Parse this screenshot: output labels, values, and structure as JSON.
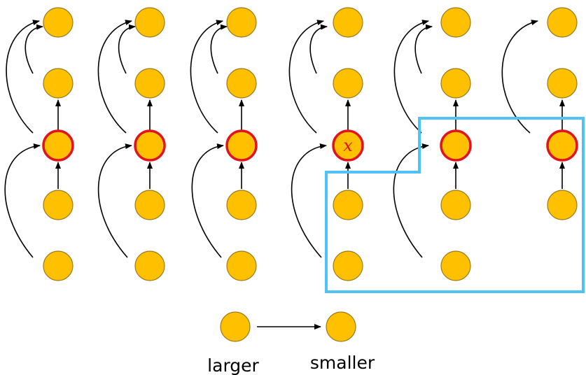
{
  "diagram": {
    "marked_node_label": "x",
    "legend": {
      "left_caption": "larger",
      "right_caption": "smaller"
    }
  },
  "colors": {
    "node_fill": "#ffc000",
    "node_stroke": "#9a7a1a",
    "highlight_stroke": "#e0141e",
    "arrow": "#000000",
    "region_border": "#4fc3f7"
  }
}
